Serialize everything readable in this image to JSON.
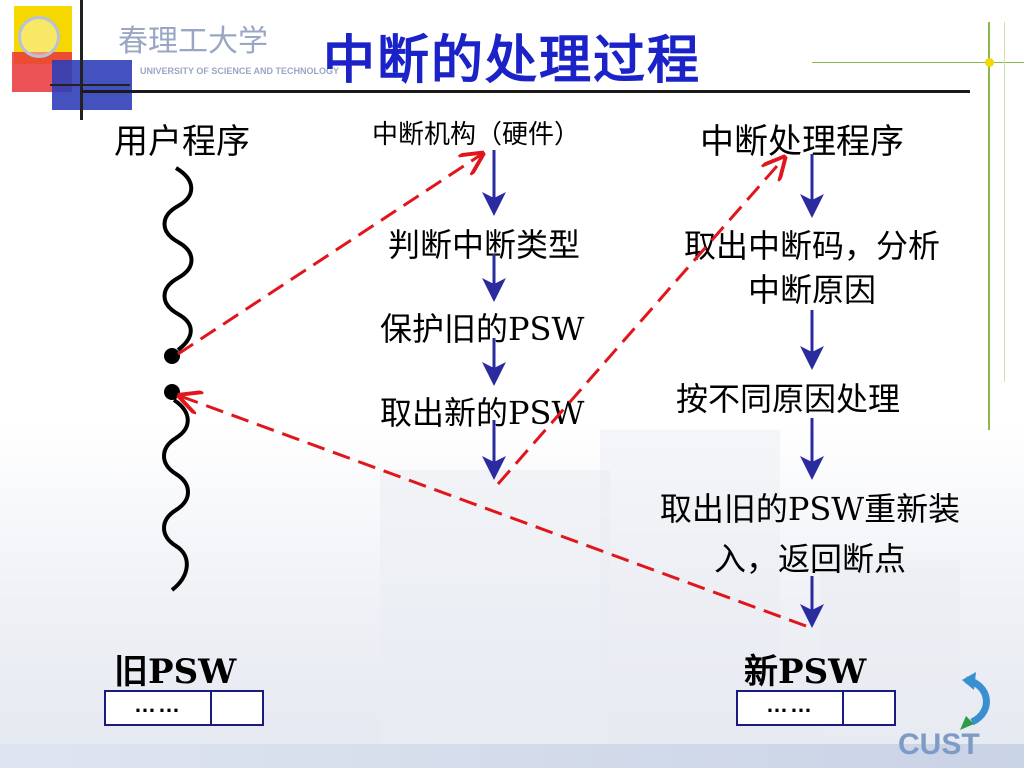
{
  "title": "中断的处理过程",
  "header": {
    "logo_text": "春理工大学",
    "logo_subtitle": "UNIVERSITY OF SCIENCE AND TECHNOLOGY"
  },
  "columns": {
    "user": {
      "heading": "用户程序"
    },
    "hardware": {
      "heading": "中断机构（硬件）",
      "steps": [
        "判断中断类型",
        "保护旧的PSW",
        "取出新的PSW"
      ]
    },
    "handler": {
      "heading": "中断处理程序",
      "steps": [
        "取出中断码，分析中断原因",
        "按不同原因处理",
        "取出旧的PSW重新装入，返回断点"
      ]
    }
  },
  "psw": {
    "old_label": "旧PSW",
    "new_label": "新PSW",
    "old_contents": "……",
    "new_contents": "……"
  },
  "footer": {
    "logo_text": "CUST"
  },
  "colors": {
    "title": "#1a22c8",
    "arrow_blue": "#2b2ba0",
    "dashed_red": "#e0161c",
    "deco_yellow": "#f5d800",
    "deco_red": "#e8353a",
    "deco_blue": "#2f3fb8",
    "rule_green": "#8ab84a"
  }
}
